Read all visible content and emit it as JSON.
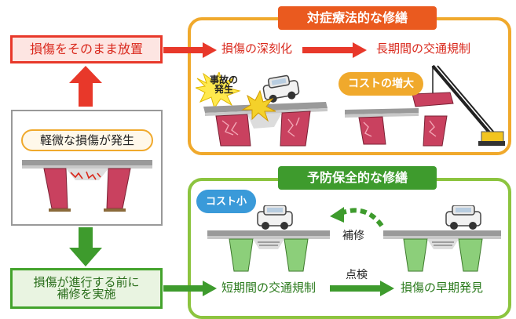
{
  "left": {
    "neglect_label": "損傷をそのまま放置",
    "minor_damage_label": "軽微な損傷が発生",
    "repair_line1": "損傷が進行する前に",
    "repair_line2": "補修を実施"
  },
  "corrective": {
    "title": "対症療法的な修繕",
    "deepening_label": "損傷の深刻化",
    "long_regulation_label": "長期間の交通規制",
    "accident_line1": "事故の",
    "accident_line2": "発生",
    "cost_increase_label": "コストの増大"
  },
  "preventive": {
    "title": "予防保全的な修繕",
    "cost_small_label": "コスト小",
    "repair_label": "補修",
    "inspection_label": "点検",
    "short_regulation_label": "短期間の交通規制",
    "early_detection_label": "損傷の早期発見"
  },
  "colors": {
    "red": "#e8382a",
    "orange": "#f0a92c",
    "orange_dark": "#ea5a1f",
    "green": "#3e9b2d",
    "green_light": "#8cc43f",
    "blue": "#3a9ad9",
    "pier_red": "#c9415f",
    "pier_green": "#8ccf7a"
  },
  "icons": [
    "bridge-icon",
    "car-icon",
    "crane-icon",
    "explosion-icon",
    "arrow-icon"
  ]
}
